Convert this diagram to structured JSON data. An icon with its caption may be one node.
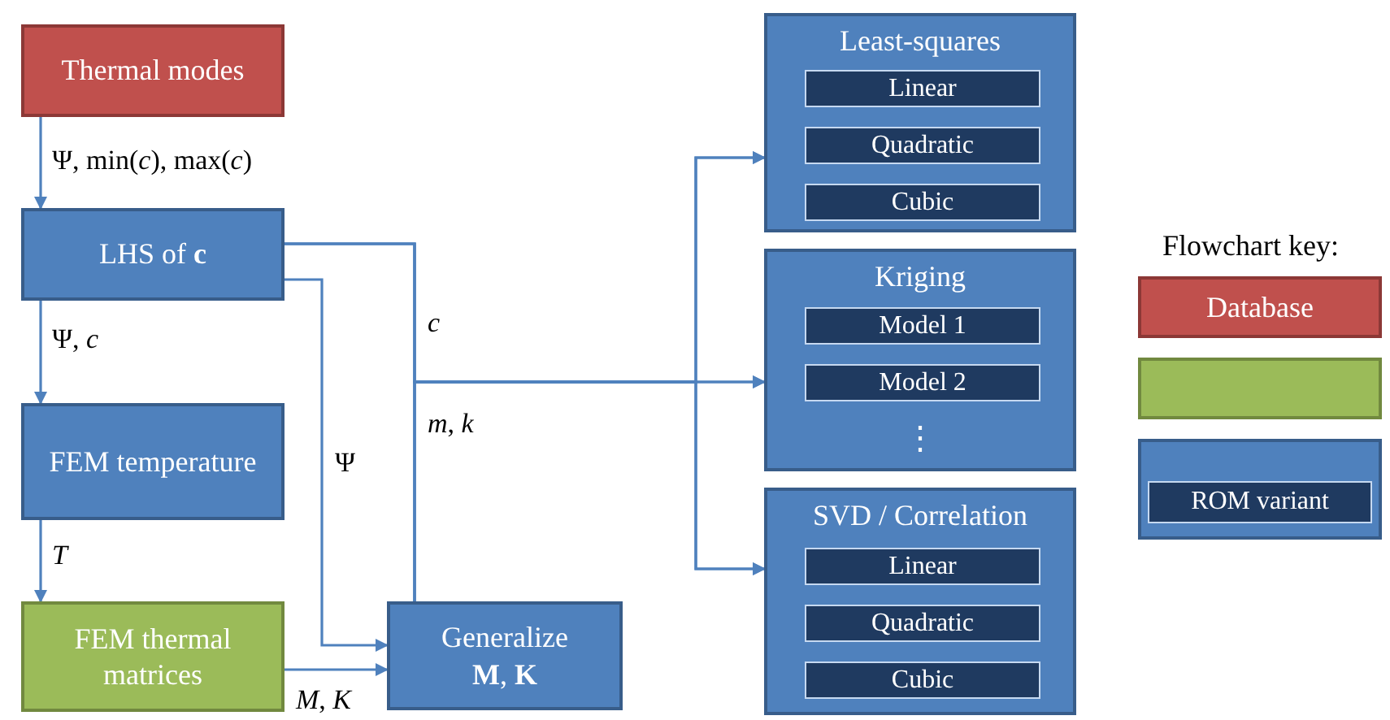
{
  "diagram": {
    "nodes": [
      {
        "text": [
          "Thermal modes"
        ]
      },
      {
        "text": [
          "LHS of **c**"
        ]
      },
      {
        "text": [
          "FEM temperature"
        ]
      },
      {
        "text": [
          "FEM thermal matrices"
        ]
      },
      {
        "text": [
          "Generalize **M**, **K**"
        ]
      },
      {
        "text": [
          "Least-squares"
        ]
      },
      {
        "text": [
          "Linear"
        ],
        "in": 5
      },
      {
        "text": [
          "Quadratic"
        ],
        "in": 5
      },
      {
        "text": [
          "Cubic"
        ],
        "in": 5
      },
      {
        "text": [
          "Kriging",
          "⋮"
        ]
      },
      {
        "text": [
          "Model 1"
        ],
        "in": 9
      },
      {
        "text": [
          "Model 2"
        ],
        "in": 9
      },
      {
        "text": [
          "SVD / Correlation"
        ]
      },
      {
        "text": [
          "Linear"
        ],
        "in": 12
      },
      {
        "text": [
          "Quadratic"
        ],
        "in": 12
      },
      {
        "text": [
          "Cubic"
        ],
        "in": 12
      },
      {
        "text": [
          "Database"
        ]
      },
      {
        "text": [],
        "shape": "box"
      },
      {
        "text": [],
        "shape": "box"
      },
      {
        "text": [
          "ROM variant"
        ],
        "in": 18
      }
    ],
    "edges": [
      {
        "from": 0,
        "to": 1,
        "arrow": "to",
        "label": "Ψ, min(*c*), max(*c*)"
      },
      {
        "from": 1,
        "to": 2,
        "arrow": "to",
        "label": "Ψ, *c*"
      },
      {
        "from": 2,
        "to": 3,
        "arrow": "to",
        "label": "*T*"
      },
      {
        "from": 3,
        "to": 4,
        "arrow": "to",
        "label": "*M*, *K*"
      },
      {
        "from": 1,
        "to": 4,
        "arrow": "to",
        "label": "Ψ"
      },
      {
        "from": 1,
        "to": 5,
        "arrow": "to"
      },
      {
        "from": 1,
        "to": 9,
        "arrow": "to",
        "label": "*c*"
      },
      {
        "from": 1,
        "to": 12,
        "arrow": "to"
      },
      {
        "from": 4,
        "to": 5,
        "arrow": "to"
      },
      {
        "from": 4,
        "to": 9,
        "arrow": "to",
        "label": "*m*, *k*"
      },
      {
        "from": 4,
        "to": 12,
        "arrow": "to"
      }
    ],
    "labels": [
      "Flowchart key:"
    ]
  }
}
